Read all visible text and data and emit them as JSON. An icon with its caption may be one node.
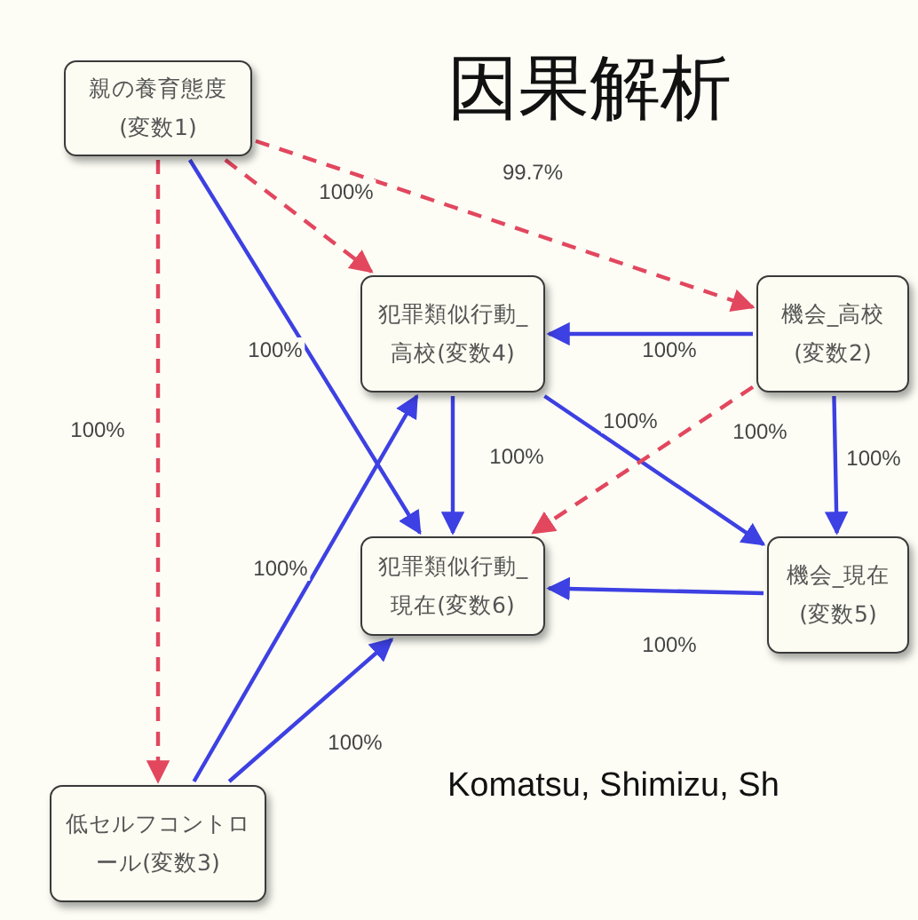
{
  "diagram": {
    "title": "因果解析",
    "nodes": [
      {
        "text": [
          "親の養育態度(変数1)"
        ]
      },
      {
        "text": [
          "犯罪類似行動_高校(変数4)"
        ]
      },
      {
        "text": [
          "機会_高校(変数2)"
        ]
      },
      {
        "text": [
          "犯罪類似行動_現在(変数6)"
        ]
      },
      {
        "text": [
          "機会_現在(変数5)"
        ]
      },
      {
        "text": [
          "低セルフコントロール(変数3)"
        ]
      }
    ],
    "edges": [
      {
        "from": 0,
        "to": 1,
        "arrow": "to",
        "label": "100%",
        "style": "dashed",
        "color": "#e2475e"
      },
      {
        "from": 0,
        "to": 2,
        "arrow": "to",
        "label": "99.7%",
        "style": "dashed",
        "color": "#e2475e"
      },
      {
        "from": 0,
        "to": 5,
        "arrow": "to",
        "label": "100%",
        "style": "dashed",
        "color": "#e2475e"
      },
      {
        "from": 0,
        "to": 3,
        "arrow": "to",
        "label": "100%"
      },
      {
        "from": 2,
        "to": 1,
        "arrow": "to",
        "label": "100%"
      },
      {
        "from": 1,
        "to": 3,
        "arrow": "to",
        "label": "100%"
      },
      {
        "from": 1,
        "to": 4,
        "arrow": "to",
        "label": "100%"
      },
      {
        "from": 2,
        "to": 3,
        "arrow": "to",
        "label": "100%",
        "style": "dashed",
        "color": "#e2475e"
      },
      {
        "from": 2,
        "to": 4,
        "arrow": "to",
        "label": "100%"
      },
      {
        "from": 4,
        "to": 3,
        "arrow": "to",
        "label": "100%"
      },
      {
        "from": 5,
        "to": 1,
        "arrow": "to",
        "label": "100%"
      },
      {
        "from": 5,
        "to": 3,
        "arrow": "to",
        "label": "100%"
      }
    ],
    "labels": [
      "Komatsu, Shimizu, Sh"
    ]
  }
}
